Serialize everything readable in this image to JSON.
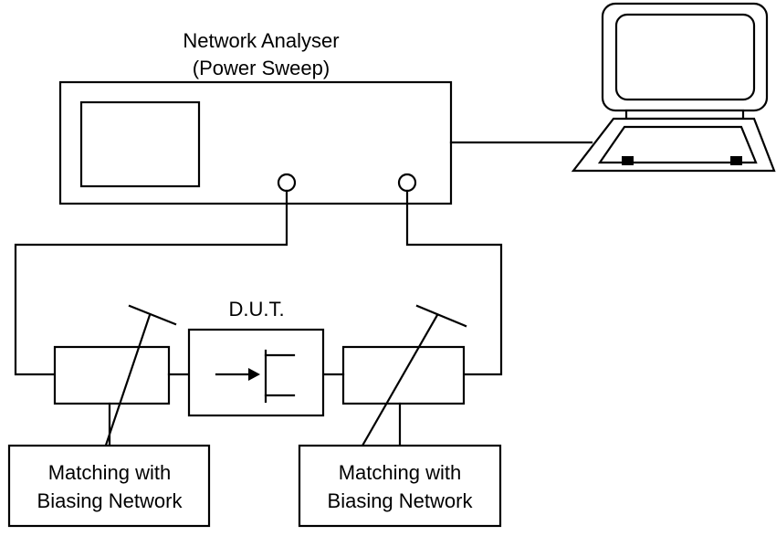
{
  "analyser": {
    "title_line1": "Network Analyser",
    "title_line2": "(Power Sweep)"
  },
  "dut": {
    "label": "D.U.T."
  },
  "matching_left": {
    "line1": "Matching with",
    "line2": "Biasing Network"
  },
  "matching_right": {
    "line1": "Matching with",
    "line2": "Biasing Network"
  },
  "icons": {
    "computer": "computer-icon",
    "transistor": "transistor-icon",
    "port": "port-connector-icon"
  }
}
